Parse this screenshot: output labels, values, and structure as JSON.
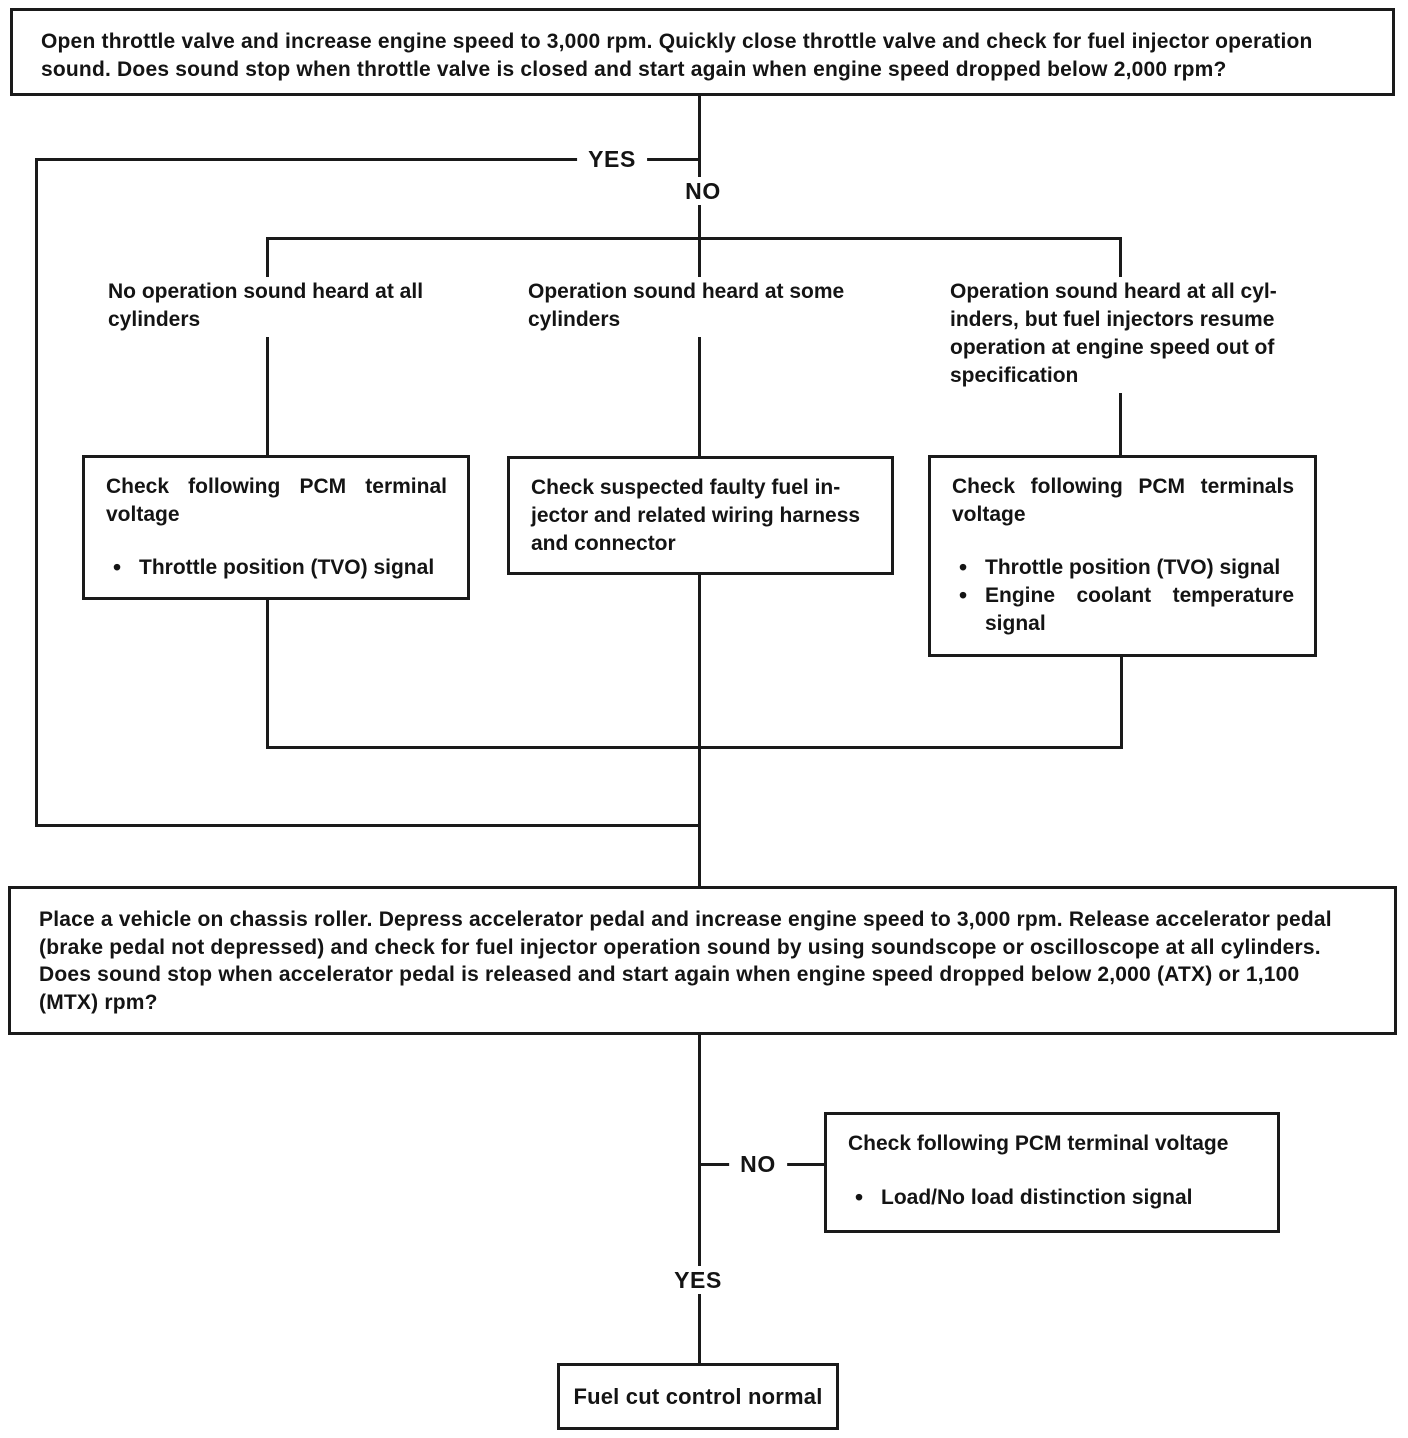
{
  "colors": {
    "ink": "#1a1a1a",
    "paper": "#ffffff"
  },
  "q1": "Open throttle valve and increase engine speed to 3,000 rpm. Quickly close throttle valve and check for fuel injector operation\nsound. Does sound stop when throttle valve is closed and start again when engine speed dropped below 2,000 rpm?",
  "decision1": {
    "yes": "YES",
    "no": "NO"
  },
  "branches": [
    {
      "label": "No operation sound heard at all\ncylinders",
      "box": {
        "title": "Check following PCM terminal voltage",
        "bullets": [
          "Throttle position (TVO) signal"
        ]
      }
    },
    {
      "label": "Operation sound heard at some\ncylinders",
      "box": {
        "text": "Check suspected faulty fuel in-\njector and related wiring harness\nand connector"
      }
    },
    {
      "label": "Operation sound heard at all cyl-\ninders, but fuel injectors resume\noperation at engine speed out of\nspecification",
      "box": {
        "title": "Check following PCM terminals voltage",
        "bullets": [
          "Throttle position (TVO) signal",
          "Engine coolant temperature signal"
        ]
      }
    }
  ],
  "q2": "Place a vehicle on chassis roller. Depress accelerator pedal and increase engine speed to 3,000 rpm. Release accelerator pedal\n(brake pedal not depressed) and check for fuel injector operation sound by using soundscope or oscilloscope at all cylinders.\nDoes sound stop when accelerator pedal is released and start again when engine speed dropped below 2,000 (ATX) or 1,100\n(MTX) rpm?",
  "decision2": {
    "no": "NO",
    "yes": "YES",
    "no_box": {
      "title": "Check following PCM terminal voltage",
      "bullets": [
        "Load/No load distinction signal"
      ]
    }
  },
  "result": "Fuel cut control normal"
}
